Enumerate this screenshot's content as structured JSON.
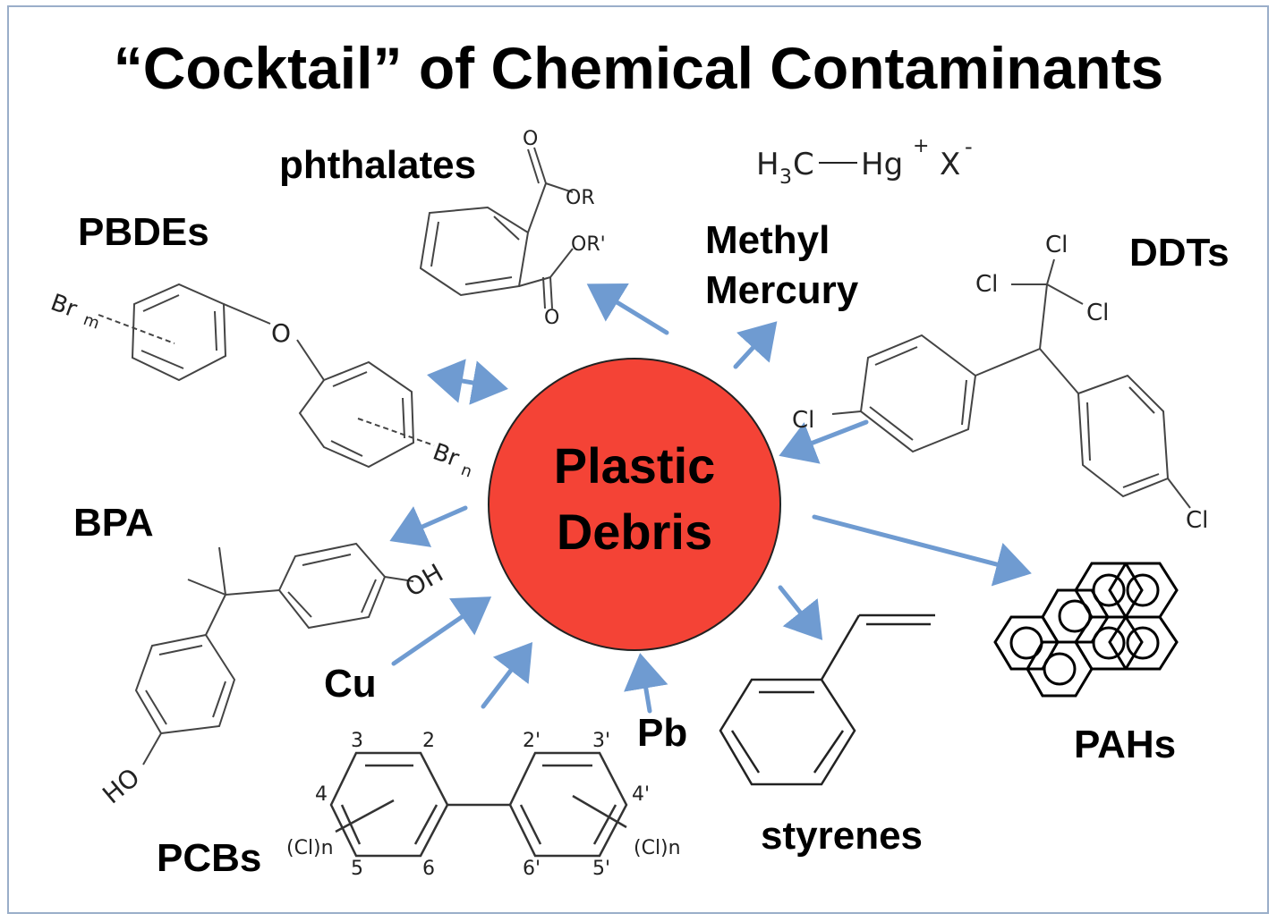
{
  "title": "“Cocktail” of Chemical Contaminants",
  "center": {
    "line1": "Plastic",
    "line2": "Debris",
    "fill_color": "#f44336"
  },
  "arrow_color": "#6f9bd1",
  "labels": {
    "phthalates": "phthalates",
    "pbdes": "PBDEs",
    "methyl_line1": "Methyl",
    "methyl_line2": "Mercury",
    "ddts": "DDTs",
    "bpa": "BPA",
    "cu": "Cu",
    "pb": "Pb",
    "pcbs": "PCBs",
    "styrenes": "styrenes",
    "pahs": "PAHs"
  },
  "formula": {
    "methylmercury_h3c": "H",
    "methylmercury_sub3": "3",
    "methylmercury_c": "C",
    "methylmercury_hg": "Hg",
    "methylmercury_plus": "+",
    "methylmercury_x": "X",
    "methylmercury_minus": "-"
  },
  "atoms": {
    "O": "O",
    "OR": "OR",
    "ORp": "OR'",
    "Br": "Br",
    "m": "m",
    "n": "n",
    "Cl": "Cl",
    "OH": "OH",
    "HO": "HO",
    "Cln": "(Cl)n",
    "pcb_numbers": [
      "3",
      "2",
      "4",
      "5",
      "6",
      "2'",
      "3'",
      "4'",
      "6'",
      "5'"
    ]
  }
}
